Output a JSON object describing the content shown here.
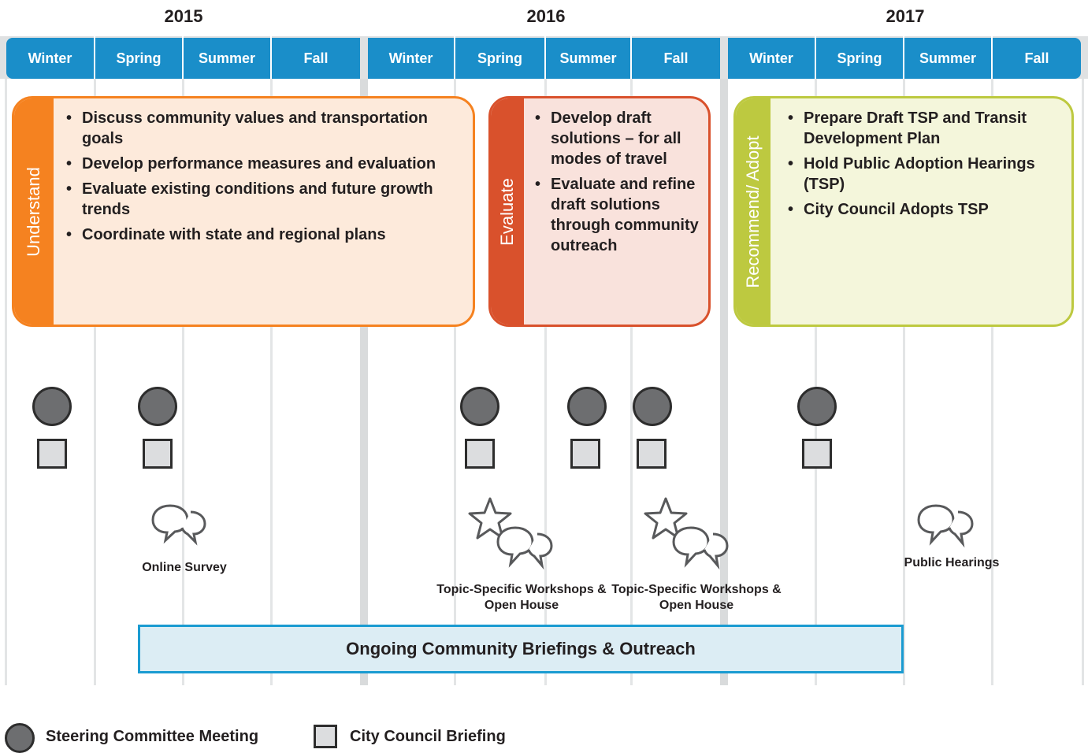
{
  "years": [
    "2015",
    "2016",
    "2017"
  ],
  "seasons": [
    "Winter",
    "Spring",
    "Summer",
    "Fall",
    "Winter",
    "Spring",
    "Summer",
    "Fall",
    "Winter",
    "Spring",
    "Summer",
    "Fall"
  ],
  "phases": {
    "understand": {
      "label": "Understand",
      "color": "#f58220",
      "fill": "#fdeadb",
      "items": [
        "Discuss community values and transportation goals",
        "Develop performance measures and evaluation",
        "Evaluate existing conditions and future growth trends",
        "Coordinate with state and regional plans"
      ]
    },
    "evaluate": {
      "label": "Evaluate",
      "color": "#d9512c",
      "fill": "#f9e2dc",
      "items": [
        "Develop draft solutions – for all modes of travel",
        "Evaluate and refine draft solutions through community outreach"
      ]
    },
    "recommend": {
      "label": "Recommend/ Adopt",
      "color": "#bdc940",
      "fill": "#f4f6db",
      "items": [
        "Prepare Draft TSP and Transit Development Plan",
        "Hold Public Adoption Hearings (TSP)",
        "City Council Adopts TSP"
      ]
    }
  },
  "events": {
    "online_survey": "Online Survey",
    "workshop_1": "Topic-Specific Workshops & Open House",
    "workshop_2": "Topic-Specific Workshops & Open House",
    "public_hearings": "Public Hearings"
  },
  "ongoing": "Ongoing Community Briefings & Outreach",
  "legend": {
    "steering": "Steering Committee Meeting",
    "council": "City Council Briefing"
  },
  "icons": [
    "speech-bubbles-icon",
    "star-icon",
    "steering-committee-circle-icon",
    "city-council-square-icon"
  ]
}
